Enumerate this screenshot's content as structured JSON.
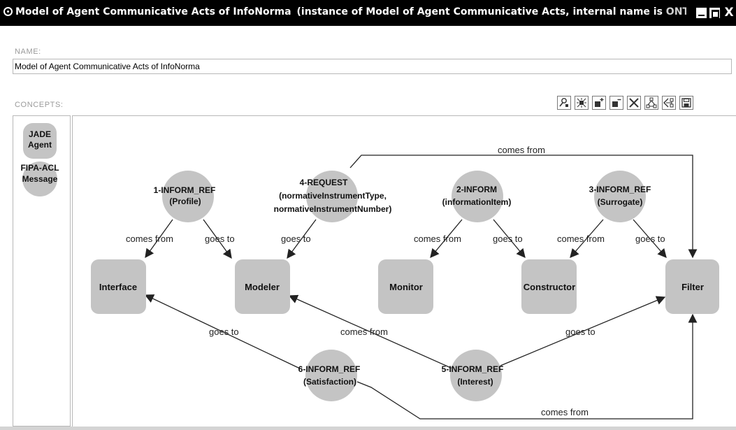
{
  "window": {
    "title": "Model of Agent Communicative Acts of InfoNorma",
    "subtitle": "(instance of Model of Agent Communicative Acts, internal name is ",
    "subtitle_tail": "ONTORMAS...",
    "close_label": "X"
  },
  "name_label": "NAME:",
  "name_value": "Model of Agent Communicative Acts of InfoNorma",
  "concepts_label": "CONCEPTS:",
  "toolbar": {
    "icons": [
      "search-node-icon",
      "layout-icon",
      "add-node-icon",
      "remove-node-icon",
      "delete-icon",
      "graph-layout-icon",
      "connector-icon",
      "save-icon"
    ]
  },
  "concepts": [
    {
      "label_lines": [
        "JADE",
        "Agent"
      ]
    },
    {
      "label_lines": [
        "FIPA-ACL",
        "Message"
      ]
    }
  ],
  "diagram": {
    "agents": [
      "Interface",
      "Modeler",
      "Monitor",
      "Constructor",
      "Filter"
    ],
    "messages": [
      {
        "lines": [
          "1-INFORM_REF",
          "(Profile)"
        ]
      },
      {
        "lines": [
          "4-REQUEST",
          "(normativeInstrumentType,",
          "normativeInstrumentNumber)"
        ]
      },
      {
        "lines": [
          "2-INFORM",
          "(informationItem)"
        ]
      },
      {
        "lines": [
          "3-INFORM_REF",
          "(Surrogate)"
        ]
      },
      {
        "lines": [
          "6-INFORM_REF",
          "(Satisfaction)"
        ]
      },
      {
        "lines": [
          "5-INFORM_REF",
          "(Interest)"
        ]
      }
    ],
    "edge_labels": {
      "comes_from": "comes from",
      "goes_to": "goes to"
    }
  },
  "colors": {
    "node_fill": "#c4c4c4",
    "edge": "#222222",
    "titlebar": "#000000"
  }
}
